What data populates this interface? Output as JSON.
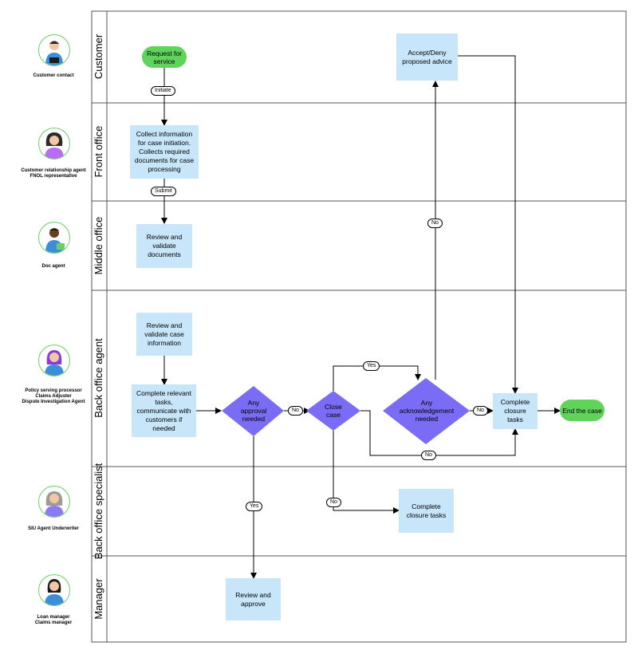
{
  "lanes": [
    {
      "name": "Customer",
      "role": "Customer contact"
    },
    {
      "name": "Front office",
      "role": "Customer relationship agent\nFNOL representative"
    },
    {
      "name": "Middle office",
      "role": "Doc agent"
    },
    {
      "name": "Back office agent",
      "role": "Policy serving processor\nClaims Adjuster\nDispute Investigation Agent"
    },
    {
      "name": "Back office specialist",
      "role": "SIU Agent Underwriter"
    },
    {
      "name": "Manager",
      "role": "Loan manager\nClaims manager"
    }
  ],
  "nodes": {
    "request": "Request for\nservice",
    "accept": "Accept/Deny\nproposed advice",
    "collect": "Collect information\nfor case initiation.\nCollects required\ndocuments for case\nprocessing",
    "review_docs": "Review and\nvalidate\ndocuments",
    "review_case": "Review and\nvalidate case\ninformation",
    "complete_relevant": "Complete relevant\ntasks,\ncommunicate with\ncustomers if\nneeded",
    "any_approval": "Any\napproval\nneeded",
    "close_case": "Close\ncase",
    "any_ack": "Any\nacknowledgement\nneeded",
    "complete_closure_agent": "Complete\nclosure\ntasks",
    "end_case": "End the case",
    "complete_closure_specialist": "Complete\nclosure tasks",
    "review_approve": "Review and\napprove"
  },
  "edge_labels": {
    "initiate": "Initiate",
    "submit": "Submit",
    "no_ack_to_accept": "No",
    "yes_close_to_ack": "Yes",
    "no_approval_to_close": "No",
    "no_ack_to_complete": "No",
    "no_close_to_complete": "No",
    "no_close_to_specialist": "No",
    "yes_approval_to_manager": "Yes"
  },
  "colors": {
    "task": "#c7e6fa",
    "terminal": "#5fd35a",
    "decision": "#7b6cf5",
    "line": "#000000",
    "avatar_ring": "#6ccf6a"
  }
}
